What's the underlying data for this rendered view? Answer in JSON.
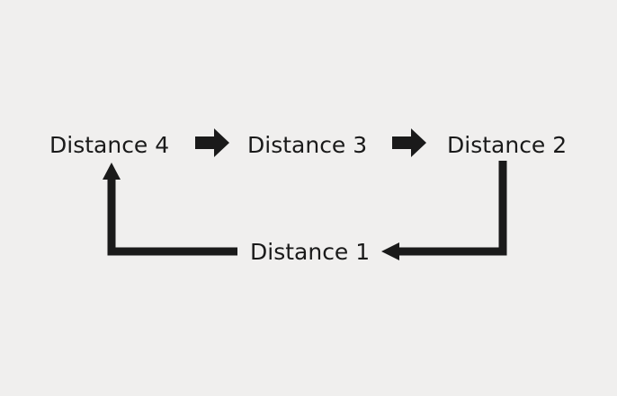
{
  "diagram": {
    "nodes": [
      {
        "id": "d4",
        "label": "Distance 4"
      },
      {
        "id": "d3",
        "label": "Distance 3"
      },
      {
        "id": "d2",
        "label": "Distance 2"
      },
      {
        "id": "d1",
        "label": "Distance 1"
      }
    ],
    "edges": [
      {
        "from": "d4",
        "to": "d3"
      },
      {
        "from": "d3",
        "to": "d2"
      },
      {
        "from": "d2",
        "to": "d1"
      },
      {
        "from": "d1",
        "to": "d4"
      }
    ],
    "colors": {
      "background": "#f0efee",
      "ink": "#1a1a1a"
    }
  }
}
